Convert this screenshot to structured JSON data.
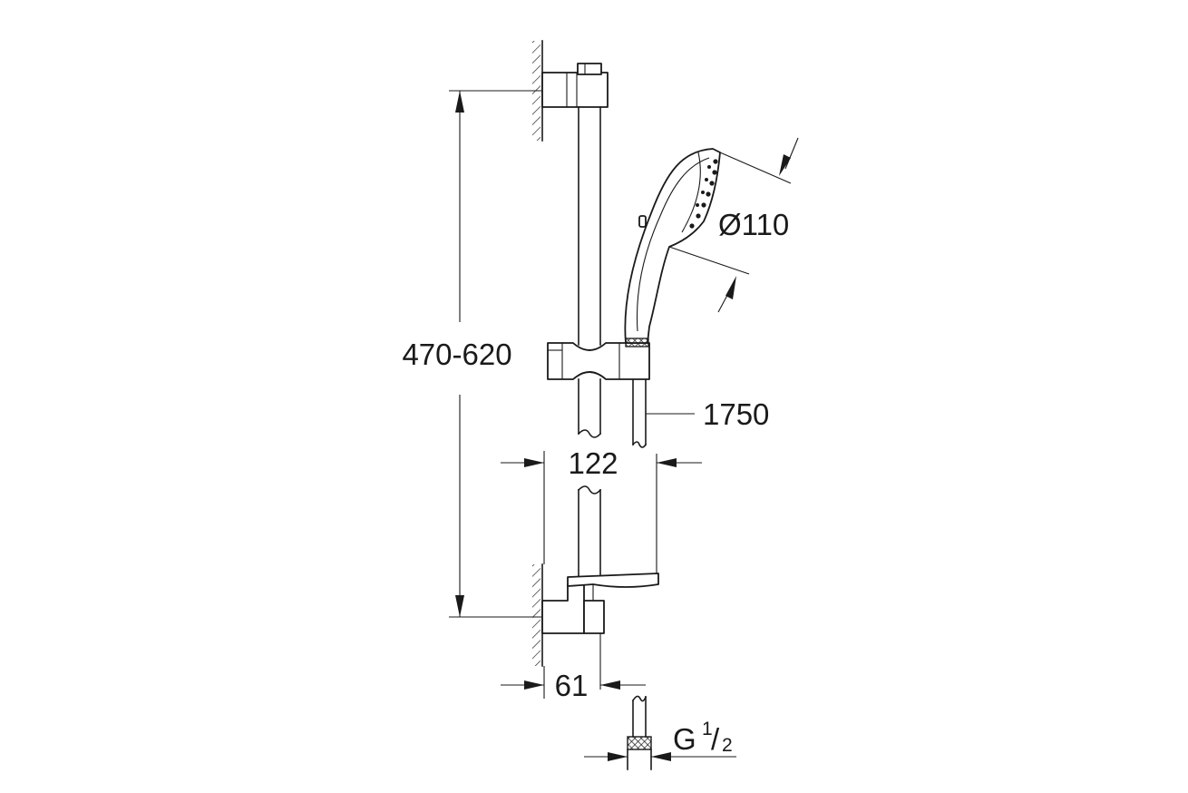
{
  "dimensions": {
    "rail_height": "470-620",
    "head_diameter": "Ø110",
    "hose_length": "1750",
    "slider_projection": "122",
    "bracket_projection": "61",
    "thread_prefix": "G",
    "thread_numerator": "1",
    "thread_separator": "/",
    "thread_denominator": "2"
  },
  "colors": {
    "line": "#1a1a1a",
    "background": "#ffffff"
  }
}
